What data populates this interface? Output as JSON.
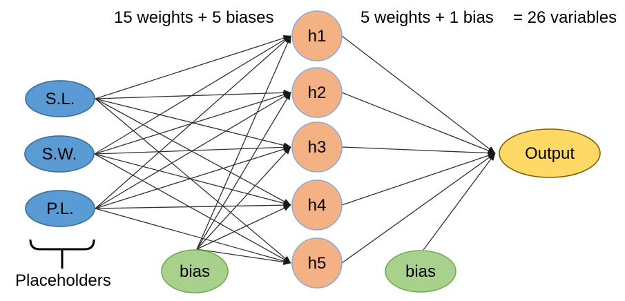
{
  "diagram": {
    "header": {
      "hidden_layer_params": "15 weights + 5 biases",
      "output_layer_params": "5 weights + 1 bias",
      "total_variables": "= 26 variables"
    },
    "input_layer": {
      "nodes": [
        {
          "label": "S.L."
        },
        {
          "label": "S.W."
        },
        {
          "label": "P.L."
        }
      ],
      "bias": {
        "label": "bias"
      },
      "caption": "Placeholders"
    },
    "hidden_layer": {
      "nodes": [
        {
          "label": "h1"
        },
        {
          "label": "h2"
        },
        {
          "label": "h3"
        },
        {
          "label": "h4"
        },
        {
          "label": "h5"
        }
      ],
      "bias": {
        "label": "bias"
      }
    },
    "output_layer": {
      "node": {
        "label": "Output"
      }
    },
    "connections": {
      "input_to_hidden": "S.L., S.W., P.L. and hidden-layer bias each connect to h1-h5 with arrows",
      "hidden_to_output": "h1-h5 and output-layer bias each connect to Output with arrows"
    },
    "colors": {
      "input_fill": "#5B9BD5",
      "input_border": "#41719C",
      "hidden_fill": "#F4B183",
      "hidden_border": "#8EAADB",
      "bias_fill": "#A9D18E",
      "bias_border": "#70AD47",
      "output_fill": "#FFD966",
      "output_border": "#7F6000",
      "edge": "#303030",
      "text": "#000000"
    }
  }
}
